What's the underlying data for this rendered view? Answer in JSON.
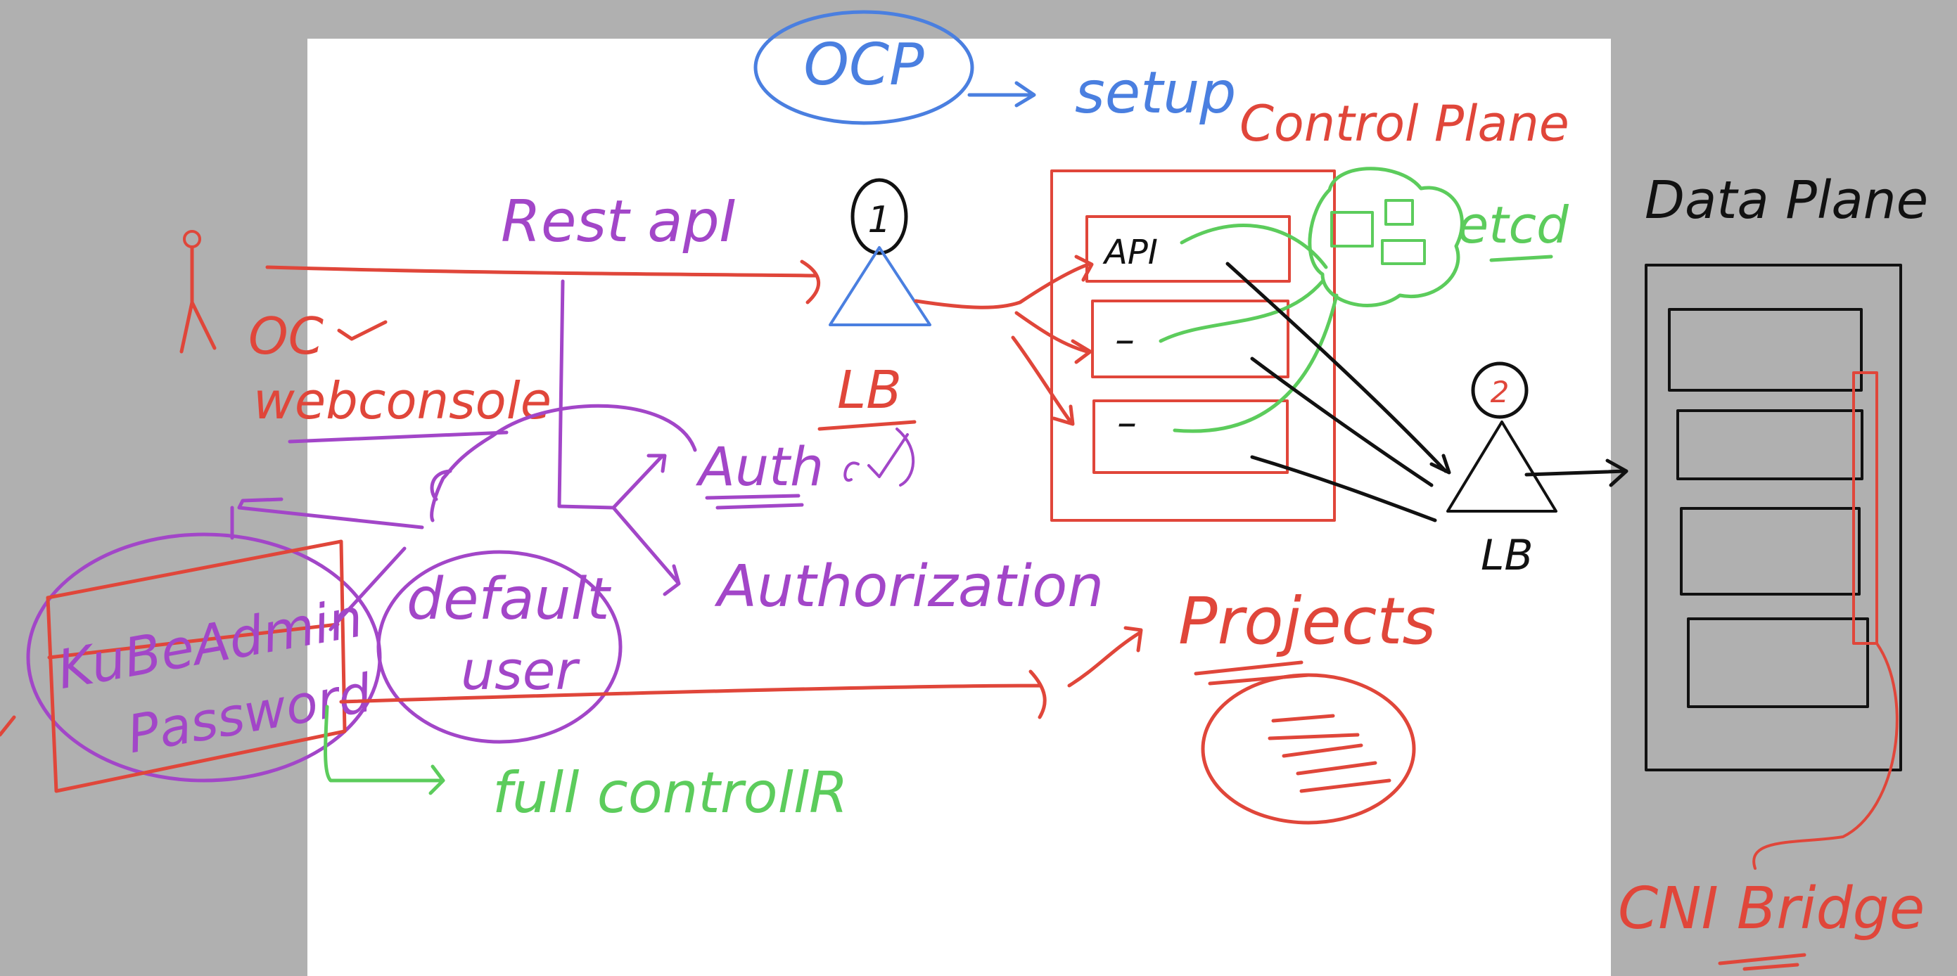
{
  "colors": {
    "background": "#b0b0b0",
    "canvas": "#ffffff",
    "red": "#e0463a",
    "blue": "#4a7fe0",
    "purple": "#a246c8",
    "green": "#5ccc5c",
    "black": "#111111"
  },
  "labels": {
    "ocp": "OCP",
    "setup": "setup",
    "control_plane": "Control Plane",
    "data_plane": "Data Plane",
    "rest_api": "Rest apI",
    "oc": "OC",
    "webconsole": "webconsole",
    "lb_1": "LB",
    "lb_2": "LB",
    "lb_1_number": "1",
    "lb_2_number": "2",
    "api": "API",
    "etcd": "etcd",
    "auth": "Auth",
    "authorization": "Authorization",
    "kubeadmin": "KuBeAdmin",
    "password": "Password",
    "default": "default",
    "user": "user",
    "full_controller": "full controllR",
    "projects": "Projects",
    "cni_bridge": "CNI Bridge",
    "dash_1": "–",
    "dash_2": "–"
  }
}
